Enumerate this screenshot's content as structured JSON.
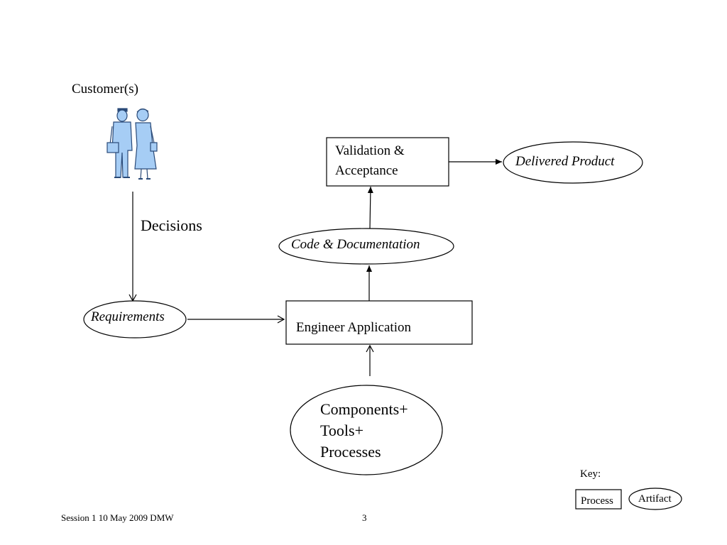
{
  "customers": {
    "label": "Customer(s)",
    "icon": "customer-people-icon",
    "figure_fill": "#a6cdf5",
    "figure_stroke": "#2a4a78"
  },
  "decisions_label": "Decisions",
  "nodes": {
    "requirements": "Requirements",
    "engineer_application": "Engineer  Application",
    "code_documentation": "Code & Documentation",
    "validation_line1": "Validation &",
    "validation_line2": "Acceptance",
    "delivered_product": "Delivered Product",
    "resources_line1": "Components+",
    "resources_line2": "Tools+",
    "resources_line3": "Processes"
  },
  "key": {
    "title": "Key:",
    "process": "Process",
    "artifact": "Artifact"
  },
  "footer": {
    "left": "Session 1 10 May 2009 DMW",
    "page_number": "3"
  }
}
